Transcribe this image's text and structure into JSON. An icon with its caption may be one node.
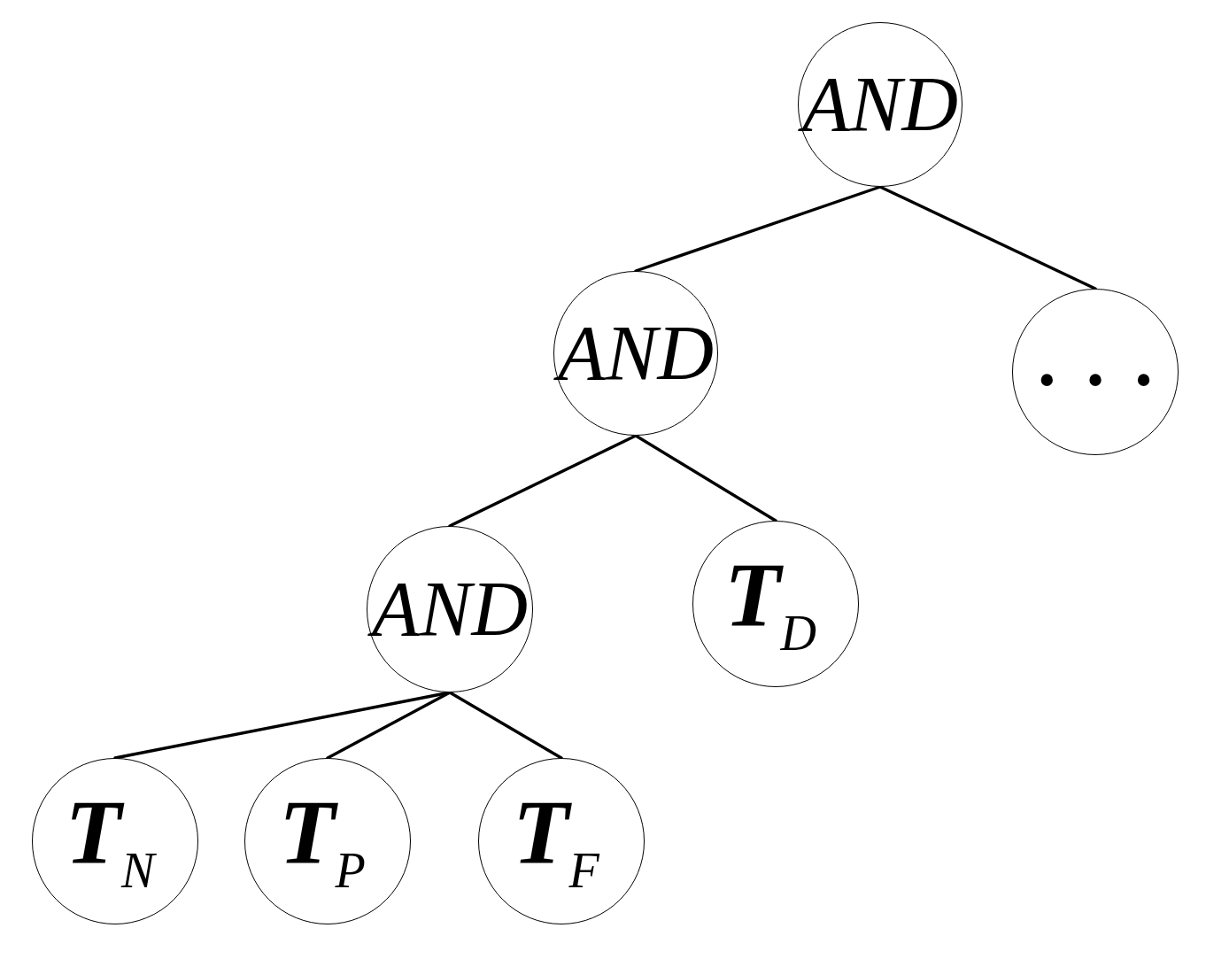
{
  "diagram": {
    "nodes": [
      {
        "text": [
          "AND"
        ]
      },
      {
        "text": [
          "AND"
        ]
      },
      {
        "text": [
          "• • •"
        ]
      },
      {
        "text": [
          "AND"
        ]
      },
      {
        "text": [
          "T$_{D}$"
        ]
      },
      {
        "text": [
          "T$_{N}$"
        ]
      },
      {
        "text": [
          "T$_{P}$"
        ]
      },
      {
        "text": [
          "T$_{F}$"
        ]
      }
    ],
    "edges": [
      {
        "from": 0,
        "to": 1,
        "arrow": "none"
      },
      {
        "from": 0,
        "to": 2,
        "arrow": "none"
      },
      {
        "from": 1,
        "to": 3,
        "arrow": "none"
      },
      {
        "from": 1,
        "to": 4,
        "arrow": "none"
      },
      {
        "from": 3,
        "to": 5,
        "arrow": "none"
      },
      {
        "from": 3,
        "to": 6,
        "arrow": "none"
      },
      {
        "from": 3,
        "to": 7,
        "arrow": "none"
      }
    ]
  }
}
